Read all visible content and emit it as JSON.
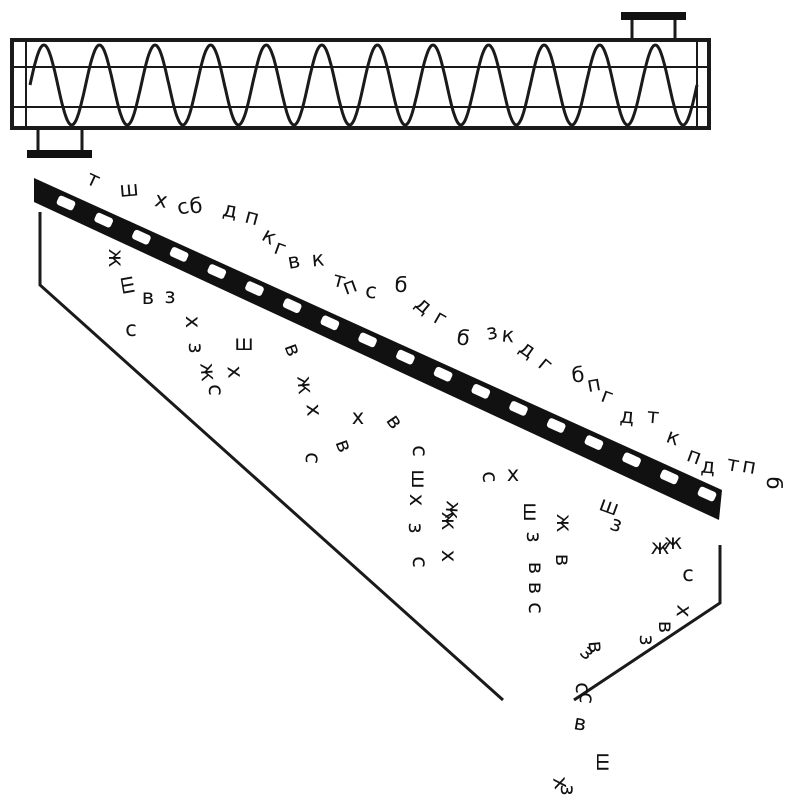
{
  "conveyor": {
    "turns": 12,
    "rotation": "clockwise"
  },
  "screen": {
    "perforations": 18
  },
  "particles": {
    "top": [
      "т",
      "ш",
      "х",
      "с",
      "б",
      "д",
      "п",
      "к",
      "г",
      "в",
      "к",
      "т",
      "п",
      "с",
      "б",
      "д",
      "г",
      "б",
      "з",
      "к",
      "д",
      "г",
      "б",
      "п",
      "г",
      "д",
      "т",
      "к",
      "п",
      "д",
      "т",
      "п",
      "б"
    ],
    "middle": [
      "ж",
      "ш",
      "в",
      "з",
      "с",
      "х",
      "з",
      "ж",
      "с",
      "х",
      "ш",
      "в",
      "ж",
      "х",
      "с",
      "в",
      "х",
      "в",
      "с",
      "ш",
      "х",
      "з",
      "с",
      "ж",
      "х",
      "ж",
      "с",
      "х",
      "ш",
      "з",
      "в",
      "ж",
      "ш",
      "з",
      "в",
      "в",
      "с",
      "ж",
      "ж",
      "с",
      "з",
      "ш"
    ],
    "bottom": [
      "х",
      "в",
      "з",
      "в",
      "з",
      "с",
      "с",
      "в",
      "ш",
      "з",
      "х"
    ]
  }
}
